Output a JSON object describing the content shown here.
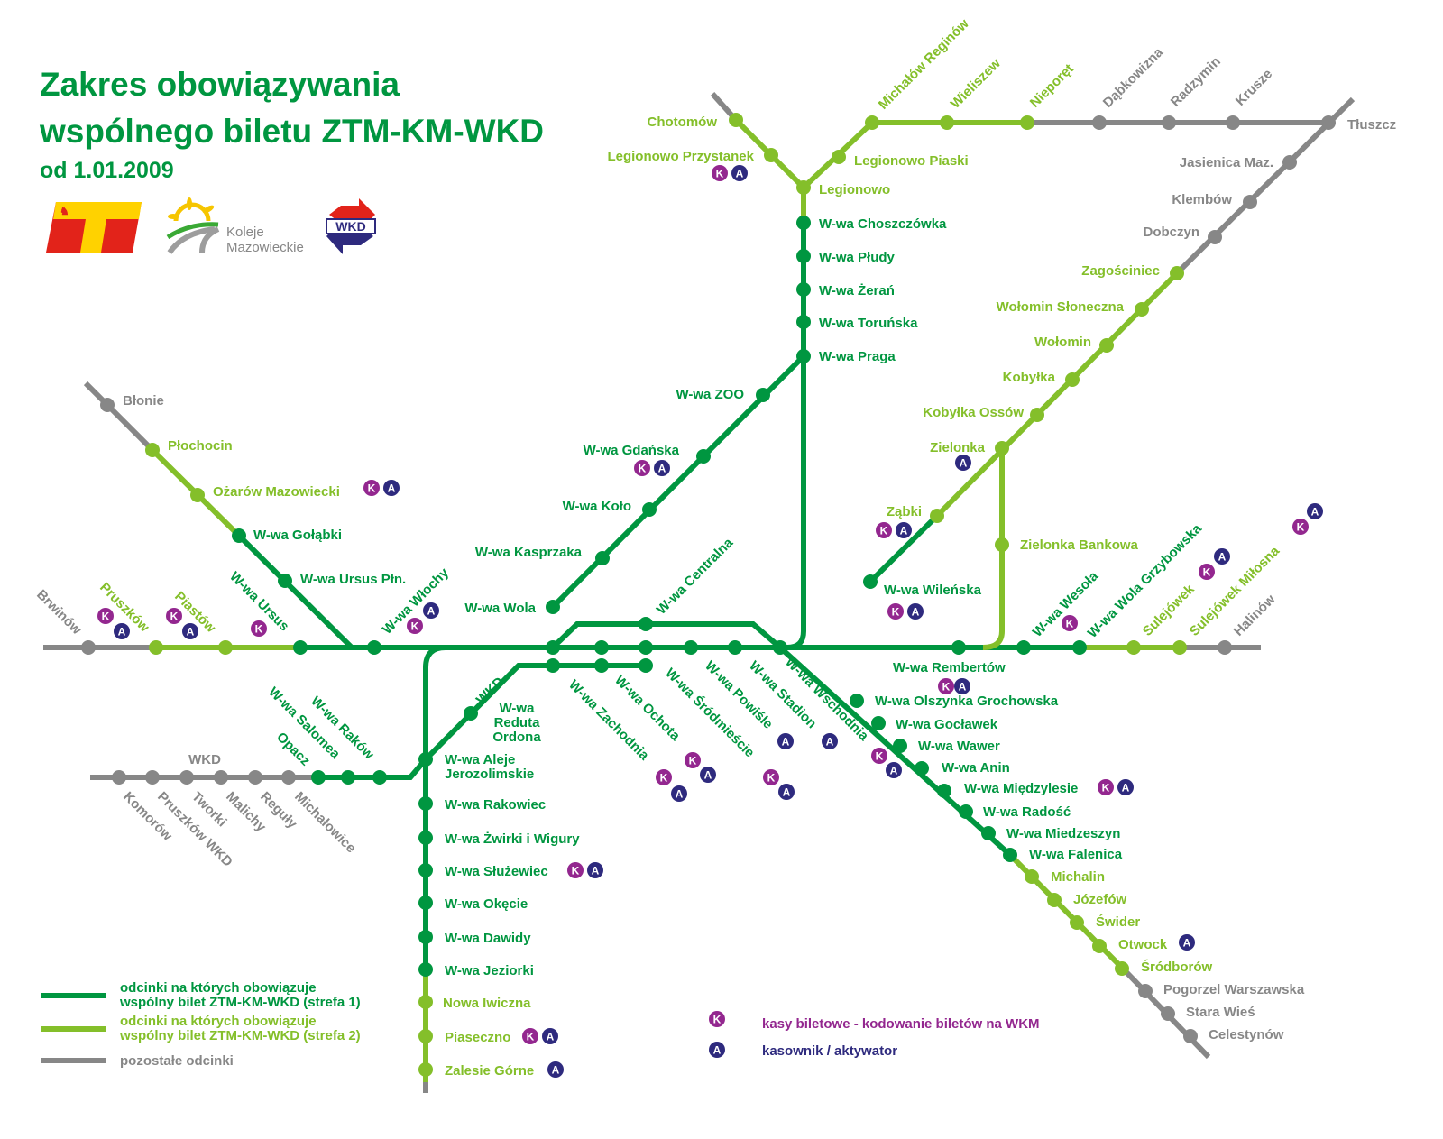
{
  "title": {
    "line1": "Zakres obowiązywania",
    "line2": "wspólnego biletu ZTM-KM-WKD",
    "line3": "od 1.01.2009"
  },
  "logos": {
    "ztm": "ZTM",
    "km": [
      "Koleje",
      "Mazowieckie"
    ],
    "wkd": "WKD"
  },
  "colors": {
    "zone1": "#009640",
    "zone2": "#84bf2a",
    "other": "#878787",
    "ticket_office": "#93278f",
    "validator": "#2e2a7e"
  },
  "badges": {
    "ticket_office": "K",
    "validator": "A"
  },
  "line_labels": {
    "wkd_branch": "WKD",
    "wkd_tunnel": "WKD"
  },
  "legend": {
    "zone1": [
      "odcinki na których obowiązuje",
      "wspólny bilet ZTM-KM-WKD (strefa 1)"
    ],
    "zone2": [
      "odcinki na których obowiązuje",
      "wspólny bilet ZTM-KM-WKD (strefa 2)"
    ],
    "other": "pozostałe odcinki",
    "ticket_office": "kasy biletowe - kodowanie biletów na WKM",
    "validator": "kasownik / aktywator"
  },
  "stations": [
    {
      "id": "chotomow",
      "name": "Chotomów",
      "zone": "2"
    },
    {
      "id": "legprz",
      "name": "Legionowo Przystanek",
      "zone": "2",
      "K": true,
      "A": true
    },
    {
      "id": "legionowo",
      "name": "Legionowo",
      "zone": "2"
    },
    {
      "id": "choszcz",
      "name": "W-wa Choszczówka",
      "zone": "1"
    },
    {
      "id": "pludy",
      "name": "W-wa Płudy",
      "zone": "1"
    },
    {
      "id": "zeran",
      "name": "W-wa Żerań",
      "zone": "1"
    },
    {
      "id": "torunska",
      "name": "W-wa Toruńska",
      "zone": "1"
    },
    {
      "id": "praga",
      "name": "W-wa Praga",
      "zone": "1"
    },
    {
      "id": "legpiaski",
      "name": "Legionowo Piaski",
      "zone": "2"
    },
    {
      "id": "michalow",
      "name": "Michałów Reginów",
      "zone": "2"
    },
    {
      "id": "wieliszew",
      "name": "Wieliszew",
      "zone": "2"
    },
    {
      "id": "nieporet",
      "name": "Nieporęt",
      "zone": "2"
    },
    {
      "id": "dabkowizna",
      "name": "Dąbkowizna",
      "zone": "other"
    },
    {
      "id": "radzymin",
      "name": "Radzymin",
      "zone": "other"
    },
    {
      "id": "krusze",
      "name": "Krusze",
      "zone": "other"
    },
    {
      "id": "tluszcz",
      "name": "Tłuszcz",
      "zone": "other"
    },
    {
      "id": "jasienica",
      "name": "Jasienica Maz.",
      "zone": "other"
    },
    {
      "id": "klembow",
      "name": "Klembów",
      "zone": "other"
    },
    {
      "id": "dobczyn",
      "name": "Dobczyn",
      "zone": "other"
    },
    {
      "id": "zagosciniec",
      "name": "Zagościniec",
      "zone": "2"
    },
    {
      "id": "wolsl",
      "name": "Wołomin Słoneczna",
      "zone": "2"
    },
    {
      "id": "wolomin",
      "name": "Wołomin",
      "zone": "2"
    },
    {
      "id": "kobylka",
      "name": "Kobyłka",
      "zone": "2"
    },
    {
      "id": "ossow",
      "name": "Kobyłka Ossów",
      "zone": "2"
    },
    {
      "id": "zielonka",
      "name": "Zielonka",
      "zone": "2",
      "A": true
    },
    {
      "id": "zabki",
      "name": "Ząbki",
      "zone": "2",
      "K": true,
      "A": true
    },
    {
      "id": "wilenska",
      "name": "W-wa Wileńska",
      "zone": "1",
      "K": true,
      "A": true
    },
    {
      "id": "zbankowa",
      "name": "Zielonka  Bankowa",
      "zone": "2"
    },
    {
      "id": "zoo",
      "name": "W-wa ZOO",
      "zone": "1"
    },
    {
      "id": "gdanska",
      "name": "W-wa Gdańska",
      "zone": "1",
      "K": true,
      "A": true
    },
    {
      "id": "kolo",
      "name": "W-wa Koło",
      "zone": "1"
    },
    {
      "id": "kasprzaka",
      "name": "W-wa Kasprzaka",
      "zone": "1"
    },
    {
      "id": "wola",
      "name": "W-wa Wola",
      "zone": "1"
    },
    {
      "id": "blonie",
      "name": "Błonie",
      "zone": "other"
    },
    {
      "id": "plochocin",
      "name": "Płochocin",
      "zone": "2"
    },
    {
      "id": "ozarow",
      "name": "Ożarów  Mazowiecki",
      "zone": "2",
      "K": true,
      "A": true
    },
    {
      "id": "golabki",
      "name": "W-wa Gołąbki",
      "zone": "1"
    },
    {
      "id": "ursuspln",
      "name": "W-wa Ursus Płn.",
      "zone": "1"
    },
    {
      "id": "brwinow",
      "name": "Brwinów",
      "zone": "other"
    },
    {
      "id": "pruszkow",
      "name": "Pruszków",
      "zone": "2",
      "K": true,
      "A": true
    },
    {
      "id": "piastow",
      "name": "Piastów",
      "zone": "2",
      "K": true,
      "A": true
    },
    {
      "id": "ursus",
      "name": "W-wa Ursus",
      "zone": "1",
      "K": true
    },
    {
      "id": "wlochy",
      "name": "W-wa Włochy",
      "zone": "1",
      "K": true,
      "A": true
    },
    {
      "id": "zachodnia",
      "name": "W-wa Zachodnia",
      "zone": "1",
      "K": true,
      "A": true
    },
    {
      "id": "ochota",
      "name": "W-wa Ochota",
      "zone": "1",
      "K": true,
      "A": true
    },
    {
      "id": "srodmiescie",
      "name": "W-wa Śródmieście",
      "zone": "1",
      "K": true,
      "A": true
    },
    {
      "id": "powisle",
      "name": "W-wa Powiśle",
      "zone": "1",
      "A": true
    },
    {
      "id": "stadion",
      "name": "W-wa Stadion",
      "zone": "1",
      "A": true
    },
    {
      "id": "wschodnia",
      "name": "W-wa Wschodnia",
      "zone": "1",
      "K": true,
      "A": true
    },
    {
      "id": "centralna",
      "name": "W-wa Centralna",
      "zone": "1"
    },
    {
      "id": "rembertow",
      "name": "W-wa Rembertów",
      "zone": "1",
      "K": true,
      "A": true
    },
    {
      "id": "wesola",
      "name": "W-wa Wesoła",
      "zone": "1",
      "K": true
    },
    {
      "id": "wolagrz",
      "name": "W-wa Wola  Grzybowska",
      "zone": "1"
    },
    {
      "id": "sulejowek",
      "name": "Sulejówek",
      "zone": "2",
      "K": true,
      "A": true
    },
    {
      "id": "milosna",
      "name": "Sulejówek  Miłosna",
      "zone": "2",
      "K": true,
      "A": true
    },
    {
      "id": "halinow",
      "name": "Halinów",
      "zone": "other"
    },
    {
      "id": "olszynka",
      "name": "W-wa Olszynka Grochowska",
      "zone": "1"
    },
    {
      "id": "goclawek",
      "name": "W-wa Gocławek",
      "zone": "1"
    },
    {
      "id": "wawer",
      "name": "W-wa Wawer",
      "zone": "1"
    },
    {
      "id": "anin",
      "name": "W-wa Anin",
      "zone": "1"
    },
    {
      "id": "miedzylesie",
      "name": "W-wa Międzylesie",
      "zone": "1",
      "K": true,
      "A": true
    },
    {
      "id": "radosc",
      "name": "W-wa Radość",
      "zone": "1"
    },
    {
      "id": "miedzeszyn",
      "name": "W-wa Miedzeszyn",
      "zone": "1"
    },
    {
      "id": "falenica",
      "name": "W-wa Falenica",
      "zone": "1"
    },
    {
      "id": "michalin",
      "name": "Michalin",
      "zone": "2"
    },
    {
      "id": "jozefow",
      "name": "Józefów",
      "zone": "2"
    },
    {
      "id": "swider",
      "name": "Świder",
      "zone": "2"
    },
    {
      "id": "otwock",
      "name": "Otwock",
      "zone": "2",
      "A": true
    },
    {
      "id": "srodborow",
      "name": "Śródborów",
      "zone": "2"
    },
    {
      "id": "pogorzel",
      "name": "Pogorzel Warszawska",
      "zone": "other"
    },
    {
      "id": "starawies",
      "name": "Stara Wieś",
      "zone": "other"
    },
    {
      "id": "celestynow",
      "name": "Celestynów",
      "zone": "other"
    },
    {
      "id": "aleje",
      "name": "W-wa Aleje\nJerozolimskie",
      "zone": "1"
    },
    {
      "id": "reduta",
      "name": "W-wa\nReduta\nOrdona",
      "zone": "1"
    },
    {
      "id": "zach2",
      "name": "",
      "zone": "1"
    },
    {
      "id": "ochota2",
      "name": "",
      "zone": "1"
    },
    {
      "id": "srod2",
      "name": "",
      "zone": "1"
    },
    {
      "id": "rakowiec",
      "name": "W-wa Rakowiec",
      "zone": "1"
    },
    {
      "id": "zwirki",
      "name": "W-wa Żwirki i Wigury",
      "zone": "1"
    },
    {
      "id": "sluzewiec",
      "name": "W-wa Służewiec",
      "zone": "1",
      "K": true,
      "A": true
    },
    {
      "id": "okecie",
      "name": "W-wa Okęcie",
      "zone": "1"
    },
    {
      "id": "dawidy",
      "name": "W-wa Dawidy",
      "zone": "1"
    },
    {
      "id": "jeziorki",
      "name": "W-wa Jeziorki",
      "zone": "1"
    },
    {
      "id": "nowaiwiczna",
      "name": "Nowa Iwiczna",
      "zone": "2"
    },
    {
      "id": "piaseczno",
      "name": "Piaseczno",
      "zone": "2",
      "K": true,
      "A": true
    },
    {
      "id": "zalesie",
      "name": "Zalesie Górne",
      "zone": "2",
      "A": true
    },
    {
      "id": "komorow",
      "name": "Komorów",
      "zone": "other"
    },
    {
      "id": "pruszkowwkd",
      "name": "Pruszków WKD",
      "zone": "other"
    },
    {
      "id": "tworki",
      "name": "Tworki",
      "zone": "other"
    },
    {
      "id": "malichy",
      "name": "Malichy",
      "zone": "other"
    },
    {
      "id": "reguly",
      "name": "Reguły",
      "zone": "other"
    },
    {
      "id": "michalowice",
      "name": "Michałowice",
      "zone": "other"
    },
    {
      "id": "opacz",
      "name": "Opacz",
      "zone": "1"
    },
    {
      "id": "salomea",
      "name": "W-wa Salomea",
      "zone": "1"
    },
    {
      "id": "rakow",
      "name": "W-wa Raków",
      "zone": "1"
    }
  ]
}
